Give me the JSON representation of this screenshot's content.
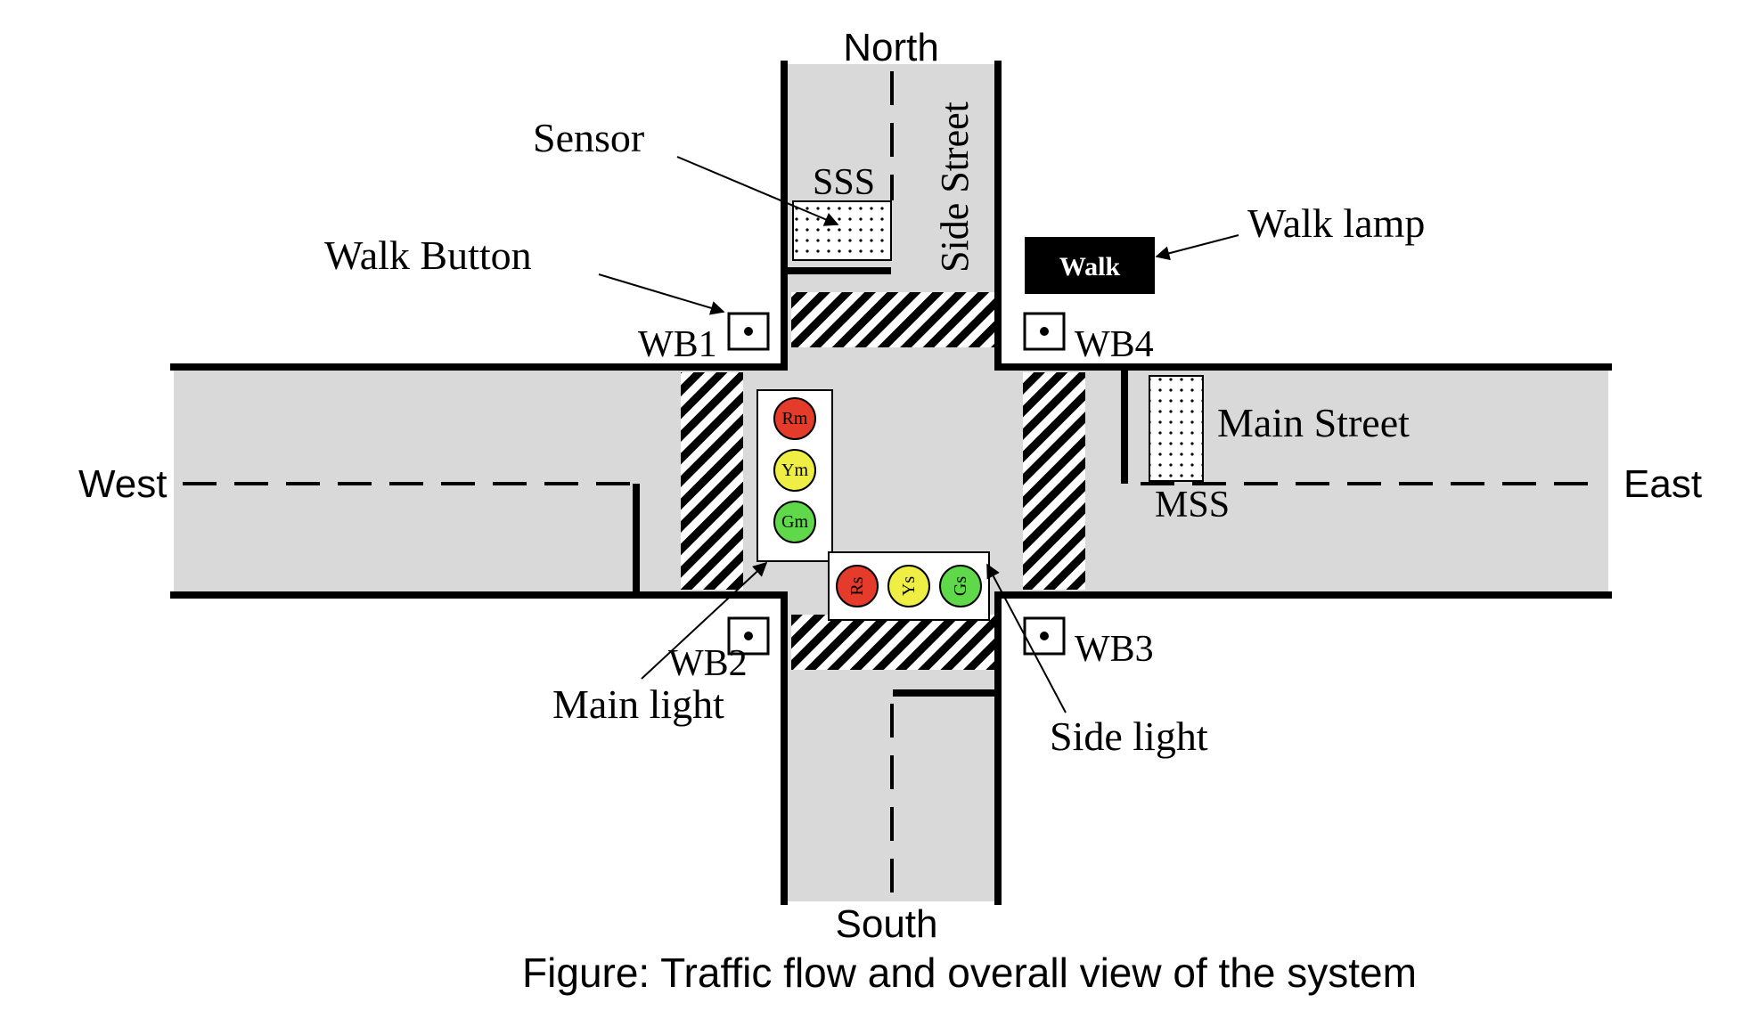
{
  "directions": {
    "north": "North",
    "south": "South",
    "west": "West",
    "east": "East"
  },
  "labels": {
    "sensor": "Sensor",
    "walk_button": "Walk Button",
    "walk_lamp": "Walk lamp",
    "walk_lamp_text": "Walk",
    "side_street": "Side Street",
    "main_street": "Main Street",
    "sss": "SSS",
    "mss": "MSS",
    "wb1": "WB1",
    "wb2": "WB2",
    "wb3": "WB3",
    "wb4": "WB4",
    "main_light": "Main light",
    "side_light": "Side light"
  },
  "main_light_lamps": [
    {
      "label": "Rm",
      "color": "#e53b2a"
    },
    {
      "label": "Ym",
      "color": "#eeee44"
    },
    {
      "label": "Gm",
      "color": "#5fd84a"
    }
  ],
  "side_light_lamps": [
    {
      "label": "Rs",
      "color": "#e53b2a"
    },
    {
      "label": "Ys",
      "color": "#eeee44"
    },
    {
      "label": "Gs",
      "color": "#5fd84a"
    }
  ],
  "caption": "Figure: Traffic flow and overall view of the system",
  "colors": {
    "road": "#d9d9d9",
    "line": "#000000",
    "background": "#ffffff"
  }
}
